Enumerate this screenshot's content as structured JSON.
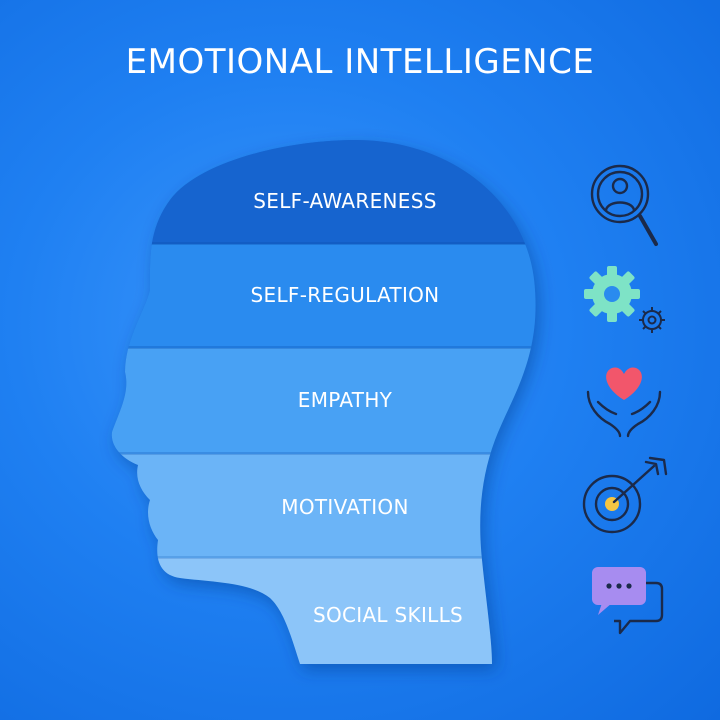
{
  "title": "EMOTIONAL INTELLIGENCE",
  "layers": [
    {
      "label": "SELF-AWARENESS",
      "color": "#1664cf",
      "icon": "user-search-icon"
    },
    {
      "label": "SELF-REGULATION",
      "color": "#2a8bef",
      "icon": "gears-icon"
    },
    {
      "label": "EMPATHY",
      "color": "#48a1f4",
      "icon": "heart-hands-icon"
    },
    {
      "label": "MOTIVATION",
      "color": "#6bb4f7",
      "icon": "target-arrow-icon"
    },
    {
      "label": "SOCIAL SKILLS",
      "color": "#8cc5f9",
      "icon": "chat-bubbles-icon"
    }
  ],
  "colors": {
    "background": "#1f80f2",
    "icon_line": "#1b2a4a",
    "gear": "#7ee3c6",
    "heart": "#f2566b",
    "target_center": "#f5c542",
    "chat_bubble": "#a78cf0"
  }
}
